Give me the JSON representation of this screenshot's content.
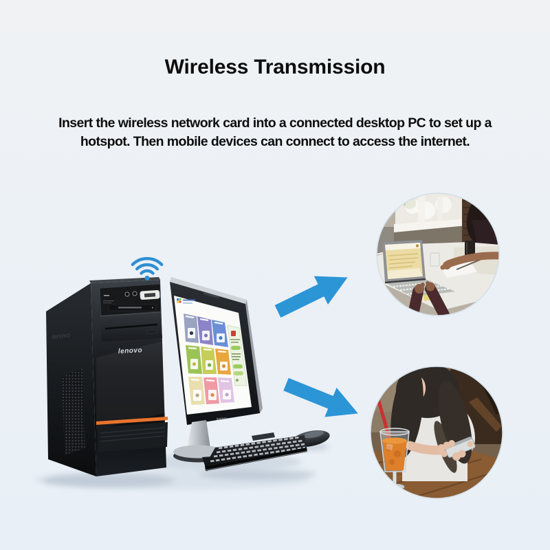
{
  "banner": {
    "title": "Wireless Transmission",
    "subtitle_line1": "Insert the wireless network card into a connected desktop PC to set up a",
    "subtitle_line2": "hotspot. Then mobile devices can connect to access the internet."
  },
  "scene": {
    "brand": "lenovo",
    "wifi_icon": "wifi-signal-icon",
    "colors": {
      "background_top": "#F0F2F4",
      "background_bottom": "#E8EFF6",
      "text": "#0D0D0D",
      "arrow_blue": "#2C95D6",
      "wifi_blue": "#2F8FD2",
      "tower_accent_orange": "#E8742C"
    },
    "screen_tiles": {
      "row1": [
        "#9AA3C0",
        "#8B84C8",
        "#6A8FD8"
      ],
      "row2": [
        "#9CC455",
        "#C6CE58",
        "#E9A63F"
      ],
      "row3": [
        "#E9DFAE",
        "#F09AA6",
        "#DFC4E4"
      ]
    },
    "photos": {
      "top": "person-typing-on-laptop",
      "bottom": "person-using-smartphone"
    }
  }
}
